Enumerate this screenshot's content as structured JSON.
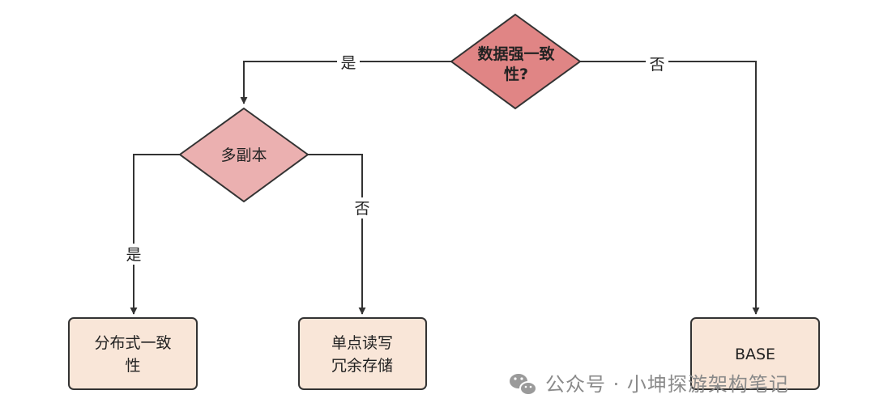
{
  "diagram": {
    "decisions": {
      "strong_consistency": {
        "lines": [
          "数据强一致",
          "性?"
        ],
        "fill": "#e08585",
        "stroke": "#333333"
      },
      "multi_replica": {
        "lines": [
          "多副本"
        ],
        "fill": "#ebb0b0",
        "stroke": "#333333"
      }
    },
    "results": {
      "distributed_consistency": {
        "lines": [
          "分布式一致",
          "性"
        ],
        "fill": "#f9e6d8",
        "stroke": "#333333"
      },
      "single_point": {
        "lines": [
          "单点读写",
          "冗余存储"
        ],
        "fill": "#f9e6d8",
        "stroke": "#333333"
      },
      "base": {
        "lines": [
          "BASE"
        ],
        "fill": "#f9e6d8",
        "stroke": "#333333"
      }
    },
    "edge_labels": {
      "strong_yes": "是",
      "strong_no": "否",
      "replica_yes": "是",
      "replica_no": "否"
    },
    "line_color": "#333333"
  },
  "watermark": {
    "icon": "wechat-icon",
    "text": "公众号 · 小坤探游架构笔记"
  }
}
